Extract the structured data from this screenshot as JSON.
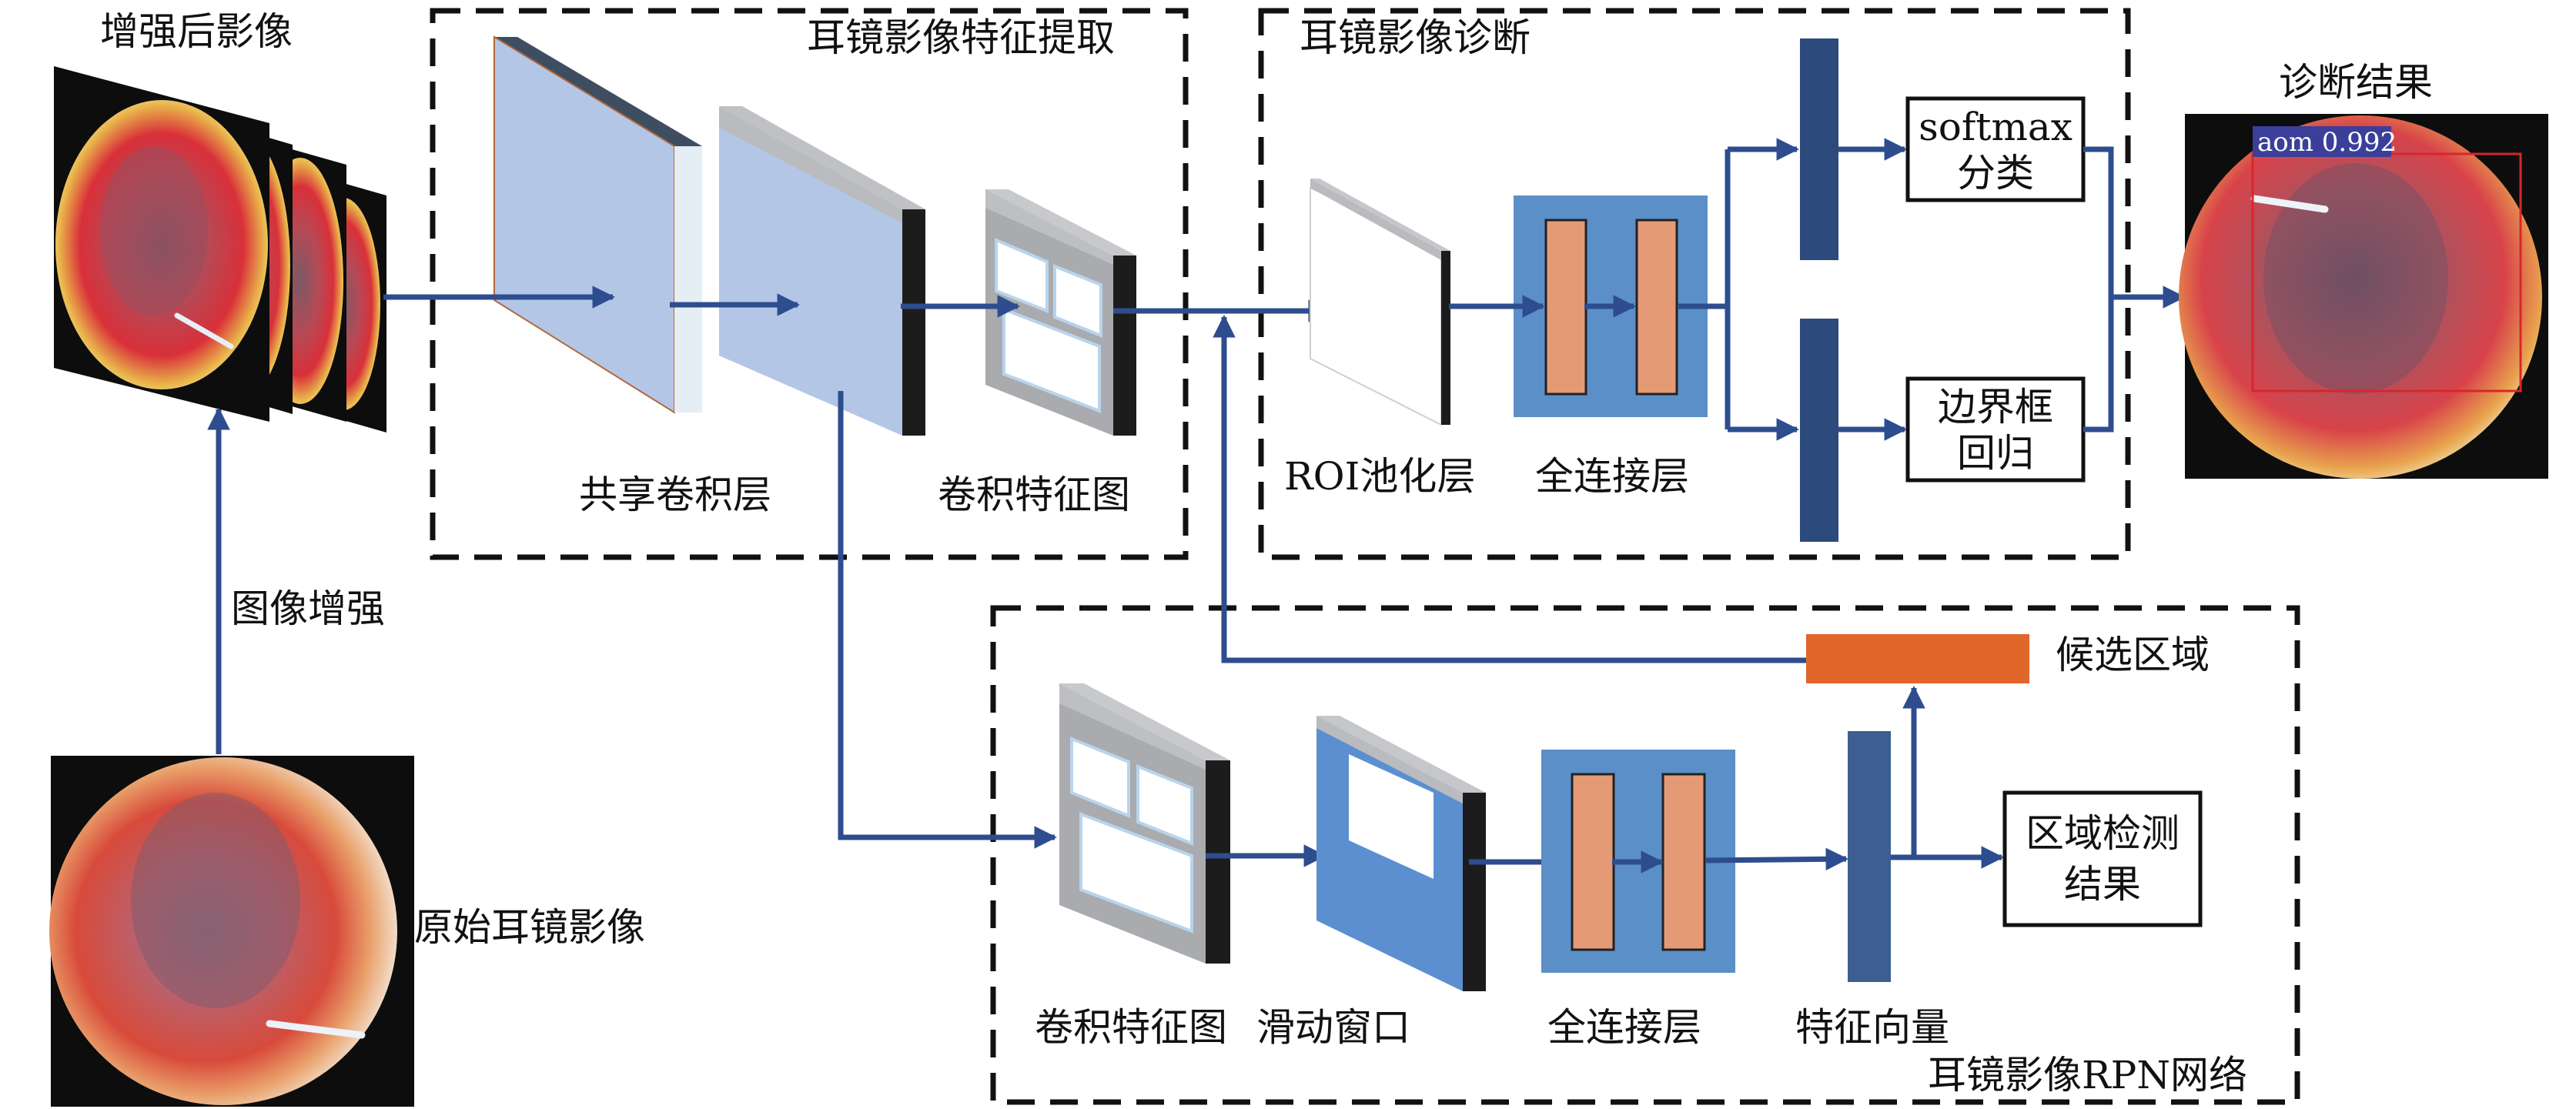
{
  "labels": {
    "enhanced_image": "增强后影像",
    "original_image": "原始耳镜影像",
    "image_enhancement": "图像增强",
    "feature_extraction_title": "耳镜影像特征提取",
    "shared_conv": "共享卷积层",
    "conv_feature_map": "卷积特征图",
    "diagnosis_title": "耳镜影像诊断",
    "roi_pooling": "ROI池化层",
    "fully_connected": "全连接层",
    "softmax_line1": "softmax",
    "softmax_line2": "分类",
    "bbox_line1": "边界框",
    "bbox_line2": "回归",
    "diagnosis_result": "诊断结果",
    "detection_tag": "aom 0.992",
    "candidate_region": "候选区域",
    "rpn_conv_feature_map": "卷积特征图",
    "sliding_window": "滑动窗口",
    "rpn_fully_connected": "全连接层",
    "feature_vector": "特征向量",
    "region_detection_line1": "区域检测",
    "region_detection_line2": "结果",
    "rpn_title": "耳镜影像RPN网络"
  },
  "colors": {
    "arrow": "#2E4D8F",
    "dark_bar": "#2C4A7C",
    "candidate_bar": "#E0662A",
    "fc_block": "#5B8FC8",
    "fc_inner": "#E59A76",
    "light_blue_layer": "#B4C6E6",
    "medium_blue_layer": "#5C8FD0",
    "gray_layer": "#A9ABAE",
    "detection_box": "#D7262E",
    "detection_tag_bg": "#3B3F9A"
  }
}
